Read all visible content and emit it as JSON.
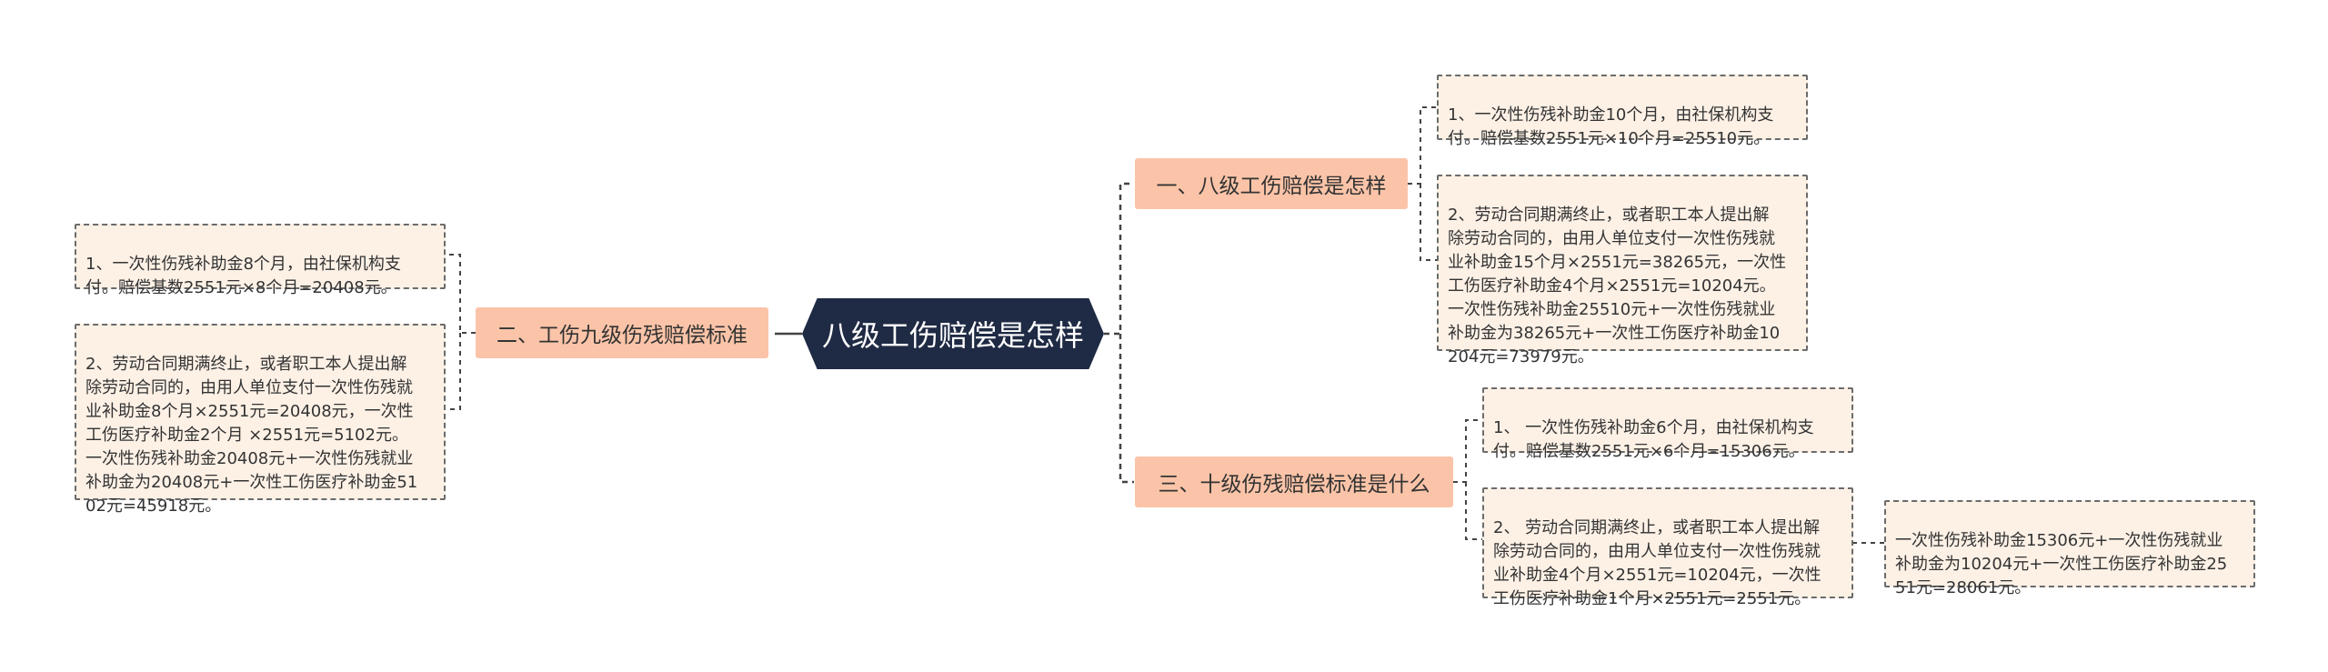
{
  "diagram": {
    "root": {
      "label": "八级工伤赔偿是怎样"
    },
    "branches": [
      {
        "label": "一、八级工伤赔偿是怎样",
        "leaves": [
          "1、一次性伤残补助金10个月，由社保机构支\n付。赔偿基数2551元×10个月=25510元。",
          "2、劳动合同期满终止，或者职工本人提出解\n除劳动合同的，由用人单位支付一次性伤残就\n业补助金15个月×2551元=38265元，一次性\n工伤医疗补助金4个月×2551元=10204元。\n一次性伤残补助金25510元+一次性伤残就业\n补助金为38265元+一次性工伤医疗补助金10\n204元=73979元。"
        ]
      },
      {
        "label": "二、工伤九级伤残赔偿标准",
        "leaves": [
          "1、一次性伤残补助金8个月，由社保机构支\n付。赔偿基数2551元×8个月=20408元。",
          "2、劳动合同期满终止，或者职工本人提出解\n除劳动合同的，由用人单位支付一次性伤残就\n业补助金8个月×2551元=20408元，一次性\n工伤医疗补助金2个月 ×2551元=5102元。\n一次性伤残补助金20408元+一次性伤残就业\n补助金为20408元+一次性工伤医疗补助金51\n02元=45918元。"
        ]
      },
      {
        "label": "三、十级伤残赔偿标准是什么",
        "leaves": [
          "1、 一次性伤残补助金6个月，由社保机构支\n付。赔偿基数2551元×6个月=15306元。",
          "2、 劳动合同期满终止，或者职工本人提出解\n除劳动合同的，由用人单位支付一次性伤残就\n业补助金4个月×2551元=10204元，一次性\n工伤医疗补助金1个月×2551元=2551元。"
        ],
        "sub_leaf": "一次性伤残补助金15306元+一次性伤残就业\n补助金为10204元+一次性工伤医疗补助金25\n51元=28061元。"
      }
    ]
  },
  "colors": {
    "root_fill": "#1f2a44",
    "branch_fill": "#fbc4a8",
    "leaf_fill": "#fdf1e6",
    "connector": "#444444"
  }
}
